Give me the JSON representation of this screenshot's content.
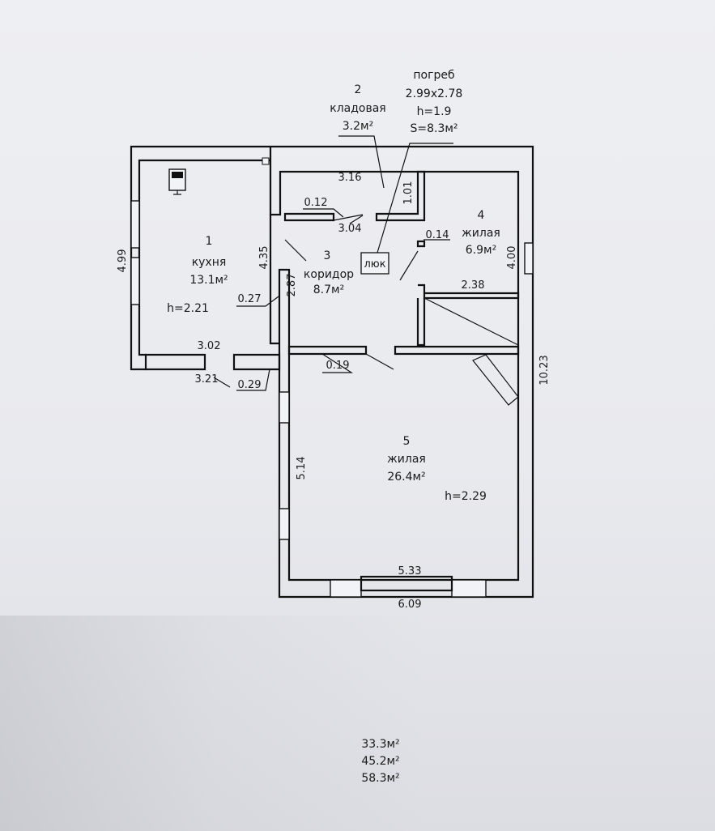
{
  "rooms": {
    "r1": {
      "num": "1",
      "name": "кухня",
      "area": "13.1м²",
      "height": "h=2.21"
    },
    "r2": {
      "num": "2",
      "name": "кладовая",
      "area": "3.2м²"
    },
    "r3": {
      "num": "3",
      "name": "коридор",
      "area": "8.7м²"
    },
    "r4": {
      "num": "4",
      "name": "жилая",
      "area": "6.9м²"
    },
    "r5": {
      "num": "5",
      "name": "жилая",
      "area": "26.4м²",
      "height": "h=2.29"
    }
  },
  "cellar": {
    "title": "погреб",
    "size": "2.99x2.78",
    "height": "h=1.9",
    "area": "S=8.3м²",
    "hatch": "люк"
  },
  "dimensions": {
    "d316": "3.16",
    "d101": "1.01",
    "d012": "0.12",
    "d304": "3.04",
    "d014": "0.14",
    "d499": "4.99",
    "d435": "4.35",
    "d400": "4.00",
    "d238": "2.38",
    "d287": "2.87",
    "d027": "0.27",
    "d302": "3.02",
    "d321": "3.21",
    "d029": "0.29",
    "d019": "0.19",
    "d1023": "10.23",
    "d514": "5.14",
    "d533": "5.33",
    "d609": "6.09"
  },
  "totals": [
    "33.3м²",
    "45.2м²",
    "58.3м²"
  ]
}
